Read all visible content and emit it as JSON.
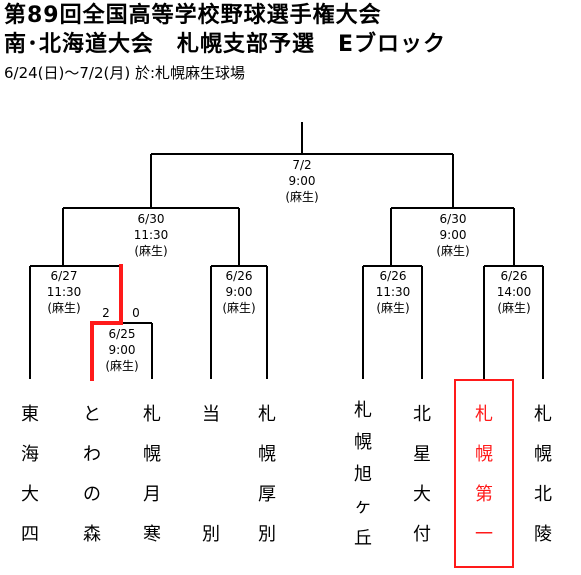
{
  "header": {
    "title_line1": "第89回全国高等学校野球選手権大会",
    "title_line2": "南･北海道大会　札幌支部予選　Eブロック",
    "schedule": "6/24(日)～7/2(月) 於:札幌麻生球場"
  },
  "games": {
    "final": {
      "date": "7/2",
      "time": "9:00",
      "venue": "(麻生)"
    },
    "semi_left": {
      "date": "6/30",
      "time": "11:30",
      "venue": "(麻生)"
    },
    "semi_right": {
      "date": "6/30",
      "time": "9:00",
      "venue": "(麻生)"
    },
    "q1": {
      "date": "6/27",
      "time": "11:30",
      "venue": "(麻生)"
    },
    "q2": {
      "date": "6/26",
      "time": "9:00",
      "venue": "(麻生)"
    },
    "q3": {
      "date": "6/26",
      "time": "11:30",
      "venue": "(麻生)"
    },
    "q4": {
      "date": "6/26",
      "time": "14:00",
      "venue": "(麻生)"
    },
    "first_round": {
      "date": "6/25",
      "time": "9:00",
      "venue": "(麻生)"
    }
  },
  "scores": {
    "left": "2",
    "right": "0"
  },
  "teams": [
    {
      "chars": [
        "東",
        "海",
        "大",
        "四"
      ],
      "highlight": false
    },
    {
      "chars": [
        "と",
        "わ",
        "の",
        "森"
      ],
      "highlight": false
    },
    {
      "chars": [
        "札",
        "幌",
        "月",
        "寒"
      ],
      "highlight": false
    },
    {
      "chars": [
        "当",
        "",
        "",
        "別"
      ],
      "highlight": false
    },
    {
      "chars": [
        "札",
        "幌",
        "厚",
        "別"
      ],
      "highlight": false
    },
    {
      "chars": [
        "札",
        "幌",
        "旭",
        "ヶ",
        "丘"
      ],
      "highlight": false
    },
    {
      "chars": [
        "北",
        "星",
        "大",
        "付"
      ],
      "highlight": false
    },
    {
      "chars": [
        "札",
        "幌",
        "第",
        "一"
      ],
      "highlight": true
    },
    {
      "chars": [
        "札",
        "幌",
        "北",
        "陵"
      ],
      "highlight": false
    }
  ],
  "colors": {
    "line": "#000000",
    "winner": "#ff1a1a"
  }
}
